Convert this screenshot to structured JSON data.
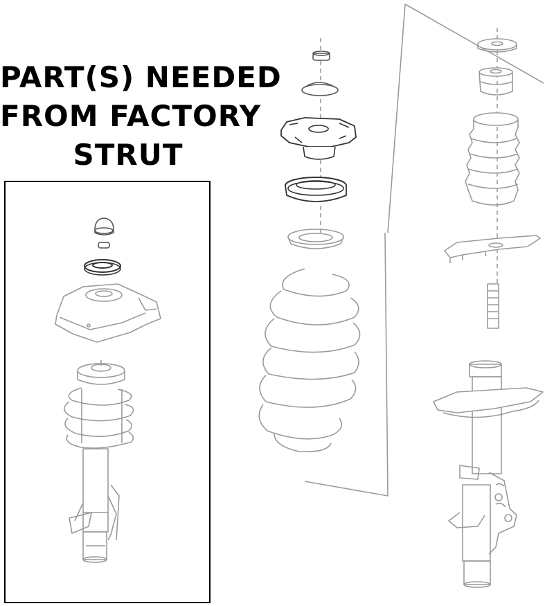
{
  "heading": {
    "lines": [
      "PART(S) NEEDED",
      "FROM FACTORY",
      "STRUT"
    ]
  },
  "figures": {
    "needed_parts_box": "factory strut assembly with top bump stop, washer, bearing ring and mount",
    "exploded_view": "exploded strut assembly"
  },
  "colors": {
    "line": "#8a8a8a",
    "line_dark": "#4d4d4d",
    "box_border": "#000000"
  }
}
